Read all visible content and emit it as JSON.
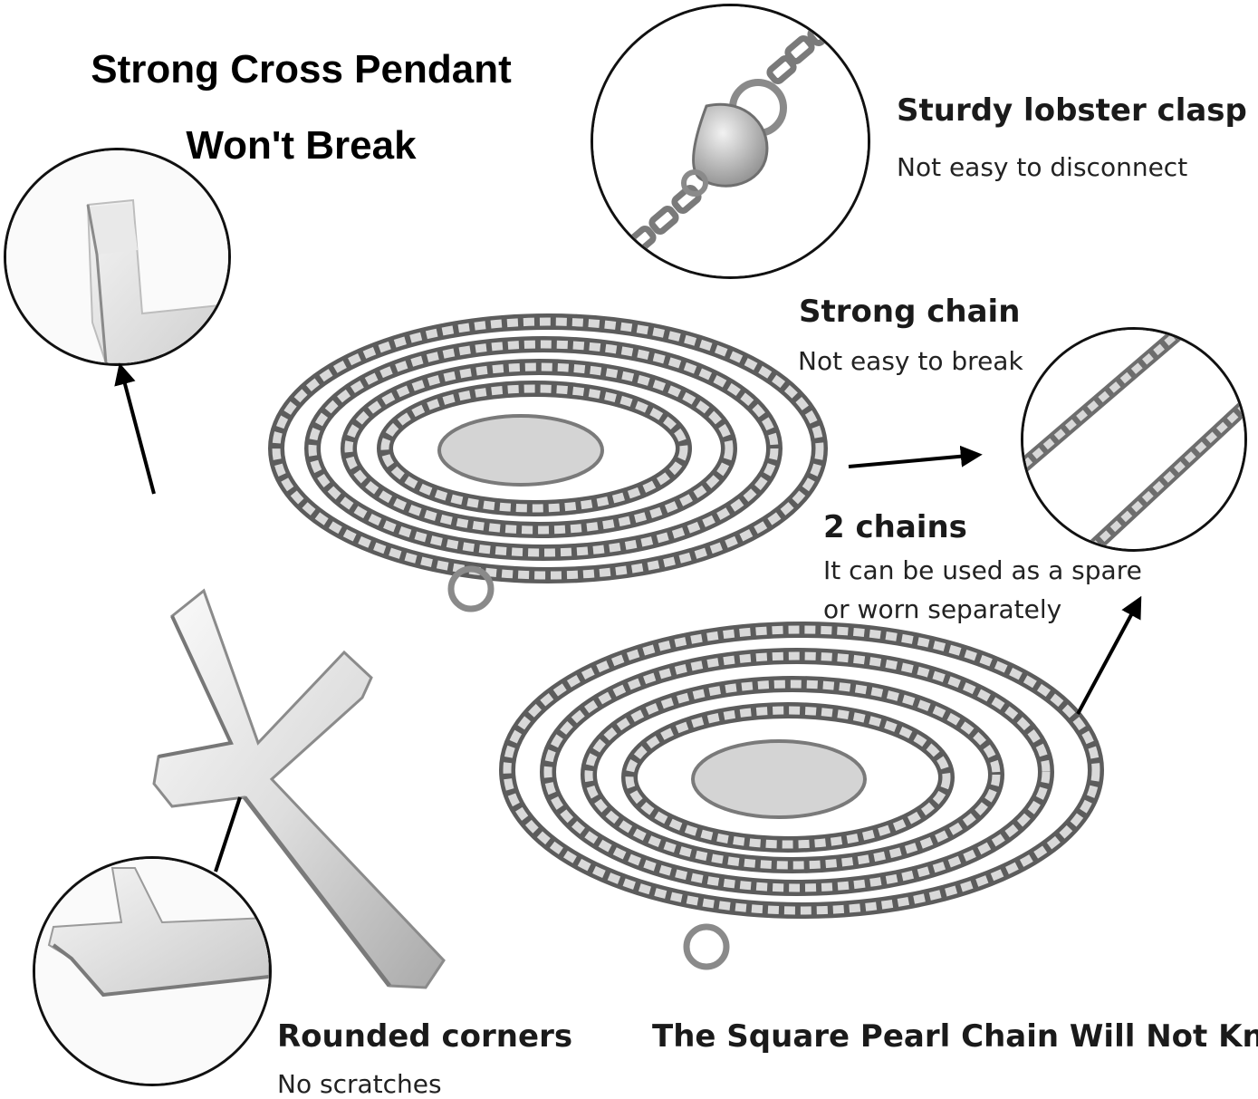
{
  "title": {
    "line1": "Strong Cross Pendant",
    "line2": "Won't Break"
  },
  "labels": {
    "clasp": {
      "heading": "Sturdy lobster clasp",
      "sub": "Not easy to disconnect"
    },
    "chain": {
      "heading": "Strong chain",
      "sub": "Not easy to break"
    },
    "two_chains": {
      "heading": "2 chains",
      "sub1": "It can be used as a spare",
      "sub2": "or worn separately"
    },
    "corners": {
      "heading": "Rounded corners",
      "sub": "No scratches"
    },
    "knot": {
      "heading": "The Square Pearl Chain Will Not Knot"
    }
  },
  "colors": {
    "metal_light": "#e4e4e4",
    "metal_dark": "#6a6a6a",
    "outline": "#111111"
  }
}
